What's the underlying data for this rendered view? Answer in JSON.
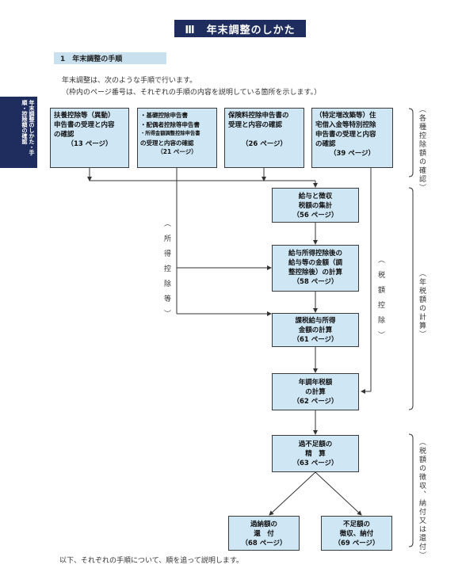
{
  "header": {
    "title": "Ⅲ　年末調整のしかた"
  },
  "section": {
    "label": "1　年末調整の手順"
  },
  "intro": {
    "line1": "年末調整は、次のような手順で行います。",
    "line2": "（枠内のページ番号は、それぞれの手順の内容を説明している箇所を示します。）"
  },
  "side_tab": {
    "text": "年末調整のしかた・手順・控除額の確認"
  },
  "boxes": {
    "b1": {
      "lines": [
        "扶養控除等（異動）",
        "申告書の受理と内容",
        "の確認"
      ],
      "page": "（13 ページ）"
    },
    "b2": {
      "lines": [
        "・基礎控除申告書",
        "・配偶者控除等申告書",
        "・所得金額調整控除申告書",
        "の受理と内容の確認"
      ],
      "page": "（21 ページ）"
    },
    "b3": {
      "lines": [
        "保険料控除申告書の",
        "受理と内容の確認"
      ],
      "page": "（26 ページ）"
    },
    "b4": {
      "lines": [
        "（特定増改築等）住",
        "宅借入金等特別控除",
        "申告書の受理と内容",
        "の確認"
      ],
      "page": "（39 ページ）"
    },
    "b5": {
      "lines": [
        "給与と徴収",
        "税額の集計"
      ],
      "page": "（56 ページ）"
    },
    "b6": {
      "lines": [
        "給与所得控除後の",
        "給与等の金額（調",
        "整控除後）の計算"
      ],
      "page": "（58 ページ）"
    },
    "b7": {
      "lines": [
        "課税給与所得",
        "金額の計算"
      ],
      "page": "（61 ページ）"
    },
    "b8": {
      "lines": [
        "年調年税額",
        "の計算"
      ],
      "page": "（62 ページ）"
    },
    "b9": {
      "lines": [
        "過不足額の",
        "精　算"
      ],
      "page": "（63 ページ）"
    },
    "b10": {
      "lines": [
        "過納額の",
        "還　付"
      ],
      "page": "（68 ページ）"
    },
    "b11": {
      "lines": [
        "不足額の",
        "徴収、納付"
      ],
      "page": "（69 ページ）"
    }
  },
  "labels": {
    "income_deduction": "（所得控除等）",
    "tax_deduction": "（税額控除）",
    "right1": "（各種控除額の確認）",
    "right2": "（年税額の計算）",
    "right3": "（税額の徴収、納付又は還付）"
  },
  "footer": {
    "text": "以下、それぞれの手順について、順を追って説明します。"
  }
}
